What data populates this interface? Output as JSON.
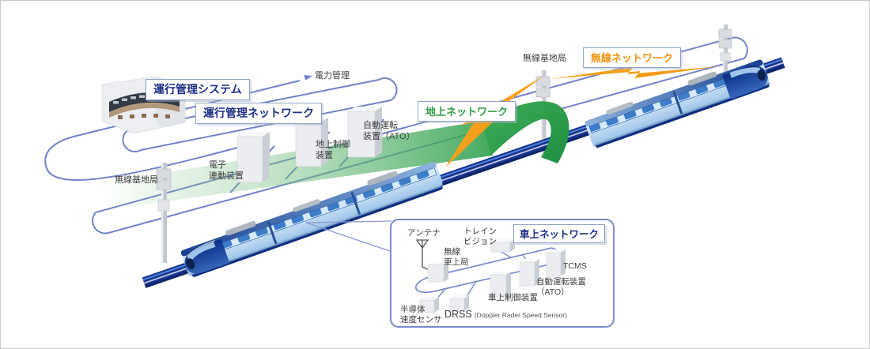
{
  "diagram": {
    "op_system": "運行管理システム",
    "op_network": "運行管理ネットワーク",
    "power_mgmt": "電力管理",
    "interlocking": "電子\n連動装置",
    "ground_control": "地上制御\n装置",
    "ato_ground": "自動運転\n装置（ATO）",
    "base_station_left": "無線基地局",
    "base_station_mid": "無線基地局",
    "ground_network": "地上ネットワーク",
    "wireless_network": "無線ネットワーク"
  },
  "onboard": {
    "title": "車上ネットワーク",
    "antenna": "アンテナ",
    "train_vision": "トレイン\nビジョン",
    "wireless_onboard": "無線\n車上局",
    "tcms": "TCMS",
    "ato": "自動運転装置\n（ATO）",
    "onboard_control": "車上制御装置",
    "speed_sensor": "半導体\n速度センサ",
    "drss": "DRSS",
    "drss_full": "(Doppler Rader Speed Sensor)"
  },
  "colors": {
    "accent_blue": "#1d2e85",
    "network_line": "#7283c9",
    "ground_green": "#2f9e41",
    "wireless_orange": "#f0920c",
    "track_navy": "#16338f"
  }
}
